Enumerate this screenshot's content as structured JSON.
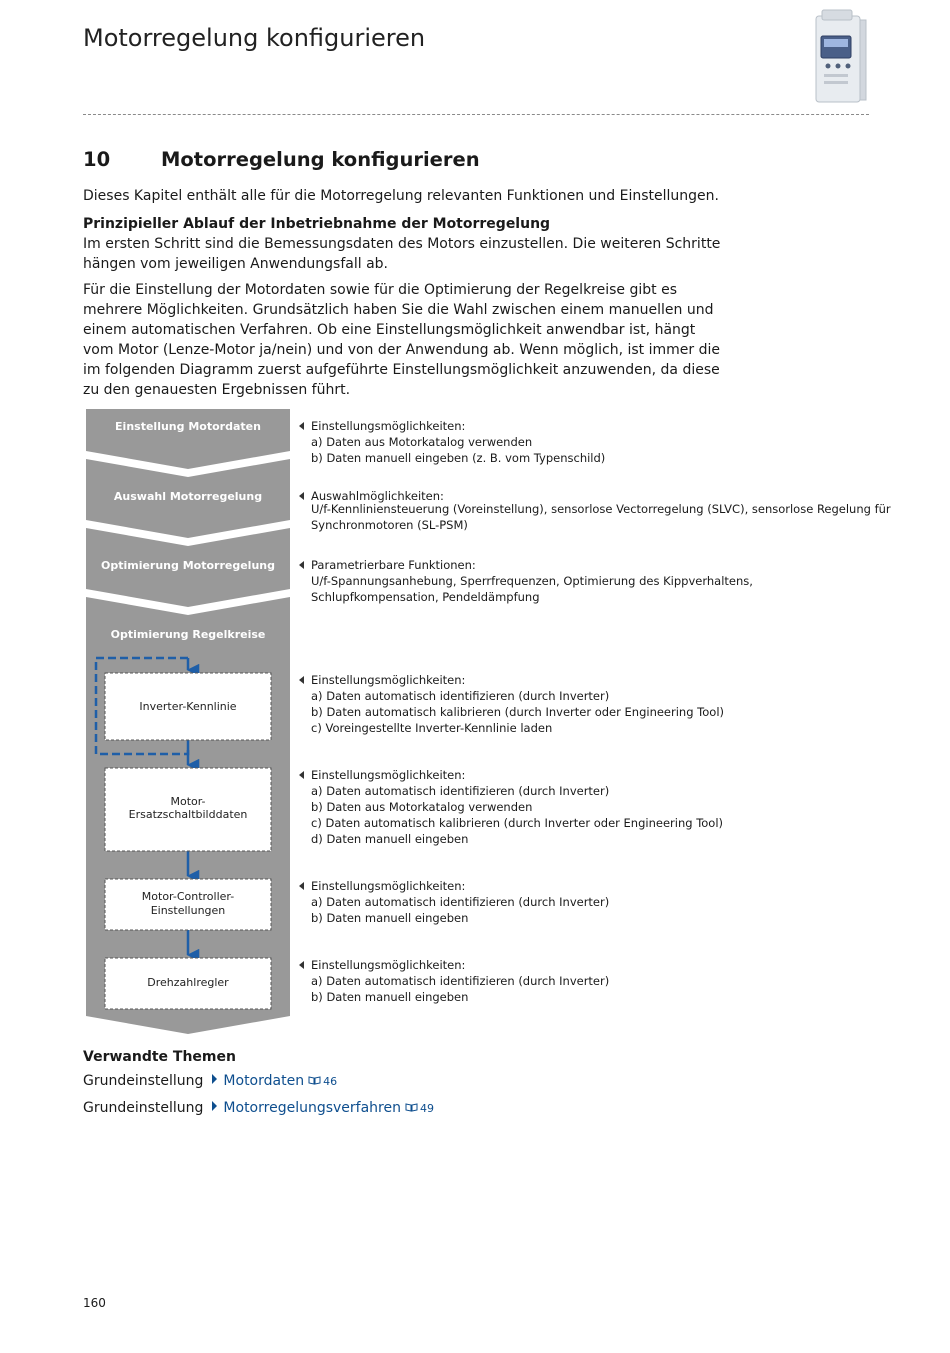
{
  "header": {
    "running_title": "Motorregelung konfigurieren"
  },
  "chapter": {
    "number": "10",
    "title": "Motorregelung konfigurieren"
  },
  "body": {
    "intro": "Dieses Kapitel enthält alle für die Motorregelung relevanten Funktionen und Einstellungen.",
    "subheading": "Prinzipieller Ablauf der Inbetriebnahme der Motorregelung",
    "paragraph1": "Im ersten Schritt sind die Bemessungsdaten des Motors einzustellen. Die weiteren Schritte hängen vom jeweiligen Anwendungsfall ab.",
    "paragraph2": "Für die Einstellung der Motordaten sowie für die Optimierung der Regelkreise gibt es mehrere Möglichkeiten. Grundsätzlich haben Sie die Wahl zwischen einem manuellen und einem automatischen Verfahren. Ob eine Einstellungsmöglichkeit anwendbar ist, hängt vom Motor (Lenze-Motor ja/nein) und von der Anwendung ab. Wenn möglich, ist immer die im folgenden Diagramm zuerst aufgeführte Einstellungsmöglichkeit anzuwenden, da diese zu den genauesten Ergebnissen führt."
  },
  "diagram": {
    "stages": [
      "Einstellung Motordaten",
      "Auswahl Motorregelung",
      "Optimierung Motorregelung",
      "Optimierung Regelkreise"
    ],
    "boxes": [
      "Inverter-Kennlinie",
      "Motor-",
      "Ersatzschaltbilddaten",
      "Motor-Controller-",
      "Einstellungen",
      "Drehzahlregler"
    ],
    "annotations": [
      {
        "title": "Einstellungsmöglichkeiten:",
        "lines": [
          "a) Daten aus Motorkatalog verwenden",
          "b) Daten manuell eingeben (z. B. vom Typenschild)"
        ]
      },
      {
        "title": "Auswahlmöglichkeiten:",
        "lines": [
          "U/f-Kennliniensteuerung (Voreinstellung), sensorlose Vectorregelung (SLVC), sensorlose Regelung für",
          "Synchronmotoren (SL-PSM)"
        ]
      },
      {
        "title": "Parametrierbare Funktionen:",
        "lines": [
          "U/f-Spannungsanhebung, Sperrfrequenzen, Optimierung des Kippverhaltens,",
          "Schlupfkompensation, Pendeldämpfung"
        ]
      },
      {
        "title": "Einstellungsmöglichkeiten:",
        "lines": [
          "a) Daten automatisch identifizieren (durch Inverter)",
          "b) Daten automatisch kalibrieren (durch Inverter oder Engineering Tool)",
          "c) Voreingestellte Inverter-Kennlinie laden"
        ]
      },
      {
        "title": "Einstellungsmöglichkeiten:",
        "lines": [
          "a) Daten automatisch identifizieren (durch Inverter)",
          "b) Daten aus Motorkatalog verwenden",
          "c) Daten automatisch kalibrieren (durch Inverter oder Engineering Tool)",
          "d) Daten manuell eingeben"
        ]
      },
      {
        "title": "Einstellungsmöglichkeiten:",
        "lines": [
          "a) Daten automatisch identifizieren (durch Inverter)",
          "b) Daten manuell eingeben"
        ]
      },
      {
        "title": "Einstellungsmöglichkeiten:",
        "lines": [
          "a) Daten automatisch identifizieren (durch Inverter)",
          "b) Daten manuell eingeben"
        ]
      }
    ]
  },
  "related": {
    "title": "Verwandte Themen",
    "items": [
      {
        "prefix": "Grundeinstellung",
        "link": "Motordaten",
        "page": "46"
      },
      {
        "prefix": "Grundeinstellung",
        "link": "Motorregelungsverfahren",
        "page": "49"
      }
    ]
  },
  "footer": {
    "page_number": "160"
  },
  "colors": {
    "stage_gray": "#999999",
    "link_blue": "#0e4e8e",
    "arrow_blue": "#1f5fa8"
  }
}
